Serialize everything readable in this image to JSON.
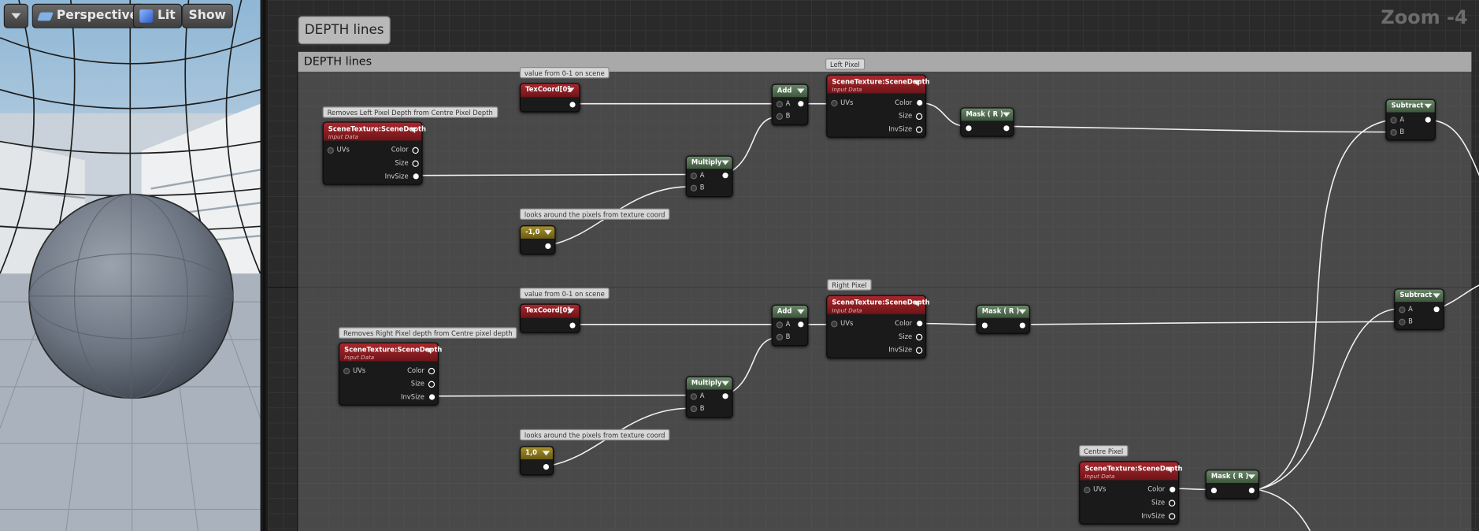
{
  "viewport": {
    "buttons": [
      {
        "label": ""
      },
      {
        "label": "Perspective"
      },
      {
        "label": "Lit"
      },
      {
        "label": "Show"
      }
    ],
    "icons": {
      "menu": "chevron-down-icon",
      "perspective": "camera-icon",
      "lit": "cube-icon"
    }
  },
  "graph": {
    "zoom_label": "Zoom -4",
    "comment_tab": "DEPTH lines",
    "comment_header": "DEPTH lines"
  },
  "bubbles": {
    "left_removes": "Removes Left Pixel Depth from Centre Pixel Depth",
    "top_value": "value from 0-1 on scene",
    "top_looks": "looks around the pixels from texture coord",
    "left_pixel": "Left Pixel",
    "right_removes": "Removes Right Pixel depth from Centre pixel depth",
    "bottom_value": "value from 0-1 on scene",
    "bottom_looks": "looks around the pixels from texture coord",
    "right_pixel": "Right Pixel",
    "centre_pixel": "Centre Pixel"
  },
  "nodes": {
    "scene_texture_title": "SceneTexture:SceneDepth",
    "scene_texture_sub": "Input Data",
    "pin_uvs": "UVs",
    "pin_color": "Color",
    "pin_size": "Size",
    "pin_invsize": "InvSize",
    "texcoord": "TexCoord[0]",
    "multiply": "Multiply",
    "add": "Add",
    "subtract": "Subtract",
    "mask": "Mask ( R )",
    "pin_a": "A",
    "pin_b": "B",
    "const_top": "-1,0",
    "const_bottom": "1,0"
  },
  "colors": {
    "texture_header": "#a8282e",
    "math_header": "#6a866a",
    "constant_header": "#a59028",
    "graph_bg": "#2a2a2a",
    "comment_header": "#a9a9a9"
  }
}
